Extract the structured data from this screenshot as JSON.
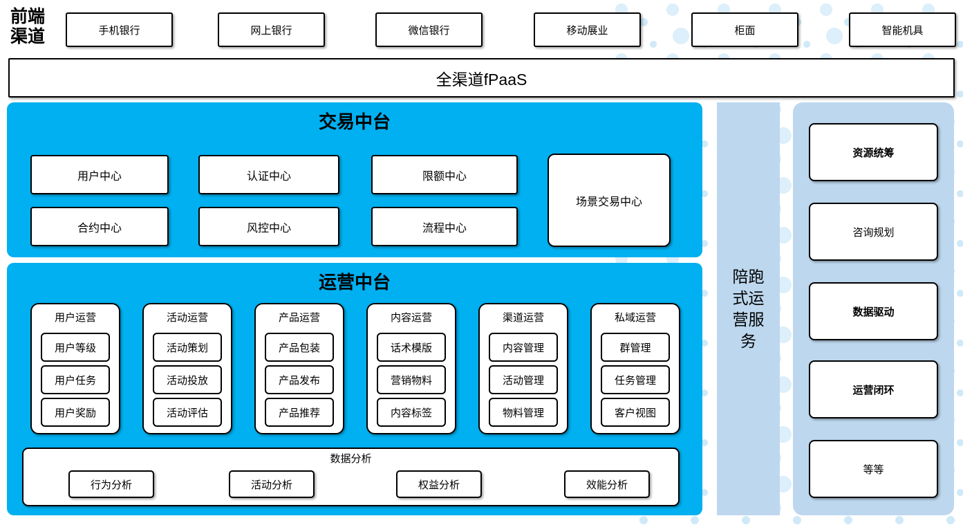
{
  "colors": {
    "cyan": "#00B0F0",
    "band": "#BDD7EE",
    "dot": "#DCEFFA",
    "dot2": "#CFE9F8",
    "border": "#000000"
  },
  "front_channels": {
    "label": "前端渠道",
    "label_lines": [
      "前端",
      "渠道"
    ],
    "items": [
      "手机银行",
      "网上银行",
      "微信银行",
      "移动展业",
      "柜面",
      "智能机具"
    ]
  },
  "fpaas": {
    "label": "全渠道fPaaS"
  },
  "trade": {
    "title": "交易中台",
    "row1": [
      "用户中心",
      "认证中心",
      "限额中心"
    ],
    "row2": [
      "合约中心",
      "风控中心",
      "流程中心"
    ],
    "tall": "场景交易中心"
  },
  "ops": {
    "title": "运营中台",
    "groups": [
      {
        "title": "用户运营",
        "items": [
          "用户等级",
          "用户任务",
          "用户奖励"
        ]
      },
      {
        "title": "活动运营",
        "items": [
          "活动策划",
          "活动投放",
          "活动评估"
        ]
      },
      {
        "title": "产品运营",
        "items": [
          "产品包装",
          "产品发布",
          "产品推荐"
        ]
      },
      {
        "title": "内容运营",
        "items": [
          "话术模版",
          "营销物料",
          "内容标签"
        ]
      },
      {
        "title": "渠道运营",
        "items": [
          "内容管理",
          "活动管理",
          "物料管理"
        ]
      },
      {
        "title": "私域运营",
        "items": [
          "群管理",
          "任务管理",
          "客户视图"
        ]
      }
    ],
    "analysis": {
      "title": "数据分析",
      "items": [
        "行为分析",
        "活动分析",
        "权益分析",
        "效能分析"
      ]
    }
  },
  "side_band": {
    "label": "陪跑式运营服务",
    "lines": [
      "陪跑",
      "式运",
      "营服",
      "务"
    ]
  },
  "right_panel": {
    "items": [
      {
        "label": "资源统筹",
        "bold": true
      },
      {
        "label": "咨询规划",
        "bold": false
      },
      {
        "label": "数据驱动",
        "bold": true
      },
      {
        "label": "运营闭环",
        "bold": true
      },
      {
        "label": "等等",
        "bold": false
      }
    ]
  }
}
